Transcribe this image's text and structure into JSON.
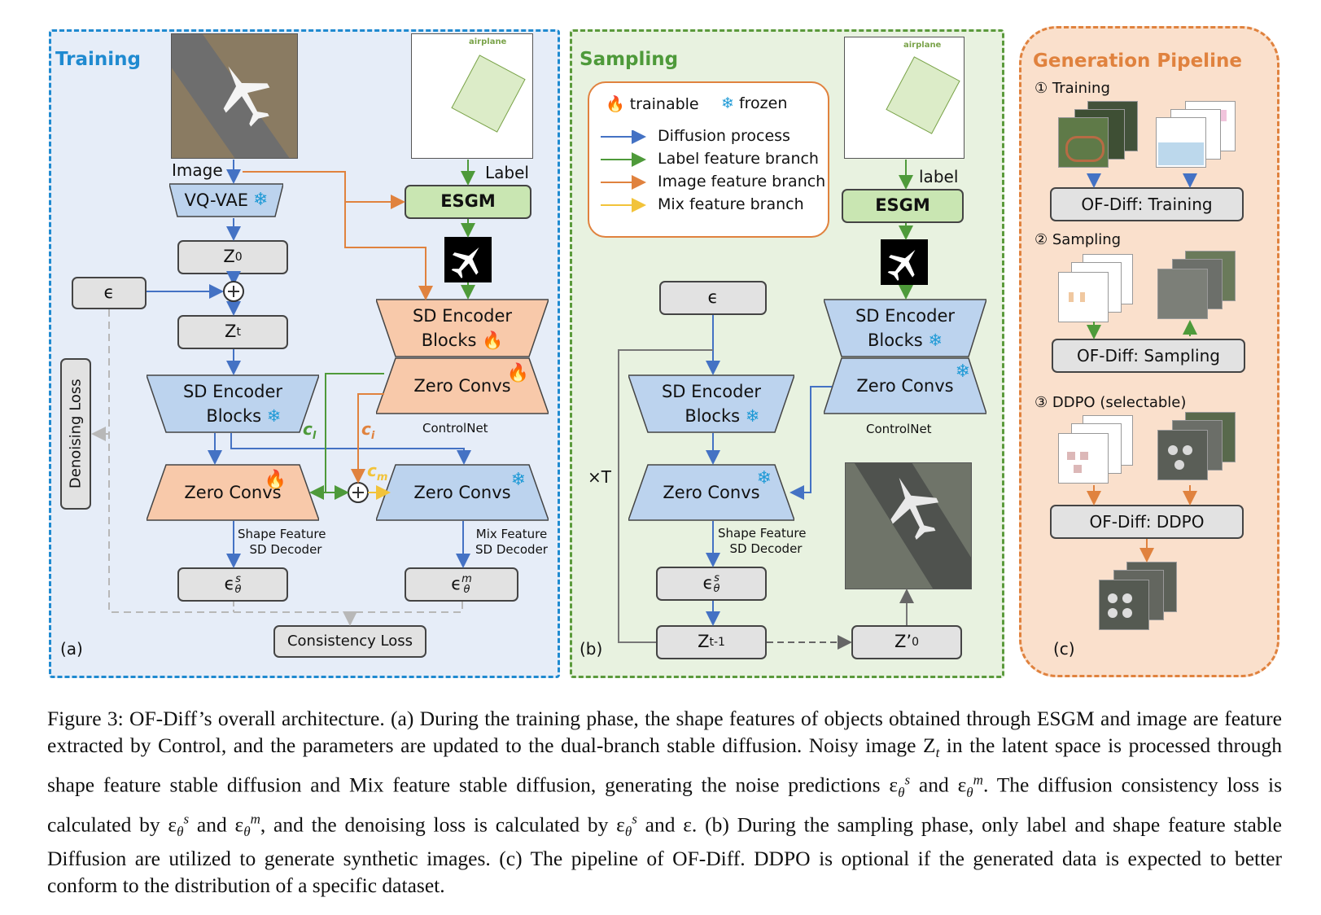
{
  "panels": {
    "training": {
      "title": "Training",
      "letter": "(a)",
      "image_label": "Image",
      "label_label": "Label",
      "plane_text": "airplane",
      "vqvae": "VQ-VAE",
      "z0": "Z",
      "z0_sub": "0",
      "eps": "ϵ",
      "zt": "Z",
      "zt_sub": "t",
      "denoising_loss": "Denoising Loss",
      "sd_encoder": [
        "SD Encoder",
        "Blocks"
      ],
      "zero_convs": "Zero Convs",
      "esgm": "ESGM",
      "controlnet": "ControlNet",
      "c_l": "c",
      "c_l_sub": "l",
      "c_i": "c",
      "c_i_sub": "i",
      "c_m": "c",
      "c_m_sub": "m",
      "shape_decoder": [
        "Shape Feature",
        "SD Decoder"
      ],
      "mix_decoder": [
        "Mix Feature",
        "SD Decoder"
      ],
      "eps_s": "ϵ",
      "eps_s_sup": "s",
      "eps_m": "ϵ",
      "eps_m_sup": "m",
      "theta": "θ",
      "consistency_loss": "Consistency Loss"
    },
    "sampling": {
      "title": "Sampling",
      "letter": "(b)",
      "label_label": "label",
      "plane_text": "airplane",
      "esgm": "ESGM",
      "eps": "ϵ",
      "sd_encoder": [
        "SD Encoder",
        "Blocks"
      ],
      "zero_convs": "Zero Convs",
      "controlnet": "ControlNet",
      "times_t": "×T",
      "shape_decoder": [
        "Shape Feature",
        "SD Decoder"
      ],
      "eps_s": "ϵ",
      "eps_s_sup": "s",
      "theta": "θ",
      "zt1": "Z",
      "zt1_sub": "t-1",
      "z0p": "Z’",
      "z0p_sub": "0"
    },
    "pipeline": {
      "title": "Generation Pipeline",
      "letter": "(c)",
      "step1": "① Training",
      "step2": "② Sampling",
      "step3": "③ DDPO (selectable)",
      "box1": "OF-Diff: Training",
      "box2": "OF-Diff: Sampling",
      "box3": "OF-Diff: DDPO"
    }
  },
  "legend": {
    "trainable": "trainable",
    "frozen": "frozen",
    "items": [
      {
        "label": "Diffusion process",
        "color": "#4472c4"
      },
      {
        "label": "Label feature branch",
        "color": "#4e9a3a"
      },
      {
        "label": "Image feature branch",
        "color": "#e0823e"
      },
      {
        "label": "Mix feature branch",
        "color": "#f2c33a"
      }
    ]
  },
  "colors": {
    "blue_block": "#bcd3ee",
    "orange_block": "#f8c9aa",
    "green_block": "#c9e6b2",
    "blue_arrow": "#4472c4",
    "green_arrow": "#4e9a3a",
    "orange_arrow": "#e0823e",
    "yellow_arrow": "#f2c33a",
    "gray_dash": "#b8b8b8"
  },
  "icons": [
    "fire-icon",
    "snowflake-icon",
    "airplane-icon",
    "plus-circle-icon"
  ],
  "caption": [
    "Figure 3: OF-Diff’s overall architecture. (a) During the training phase, the shape features of objects obtained through ESGM and image are feature extracted by Control, and the parameters are updated to the dual-branch stable diffusion. Noisy image Z",
    "t",
    " in the latent space is processed through shape feature stable diffusion and Mix feature stable diffusion, generating the noise predictions ε",
    "θ",
    "s",
    " and ε",
    "θ",
    "m",
    ". The diffusion consistency loss is calculated by ε",
    "θ",
    "s",
    " and ε",
    "θ",
    "m",
    ", and the denoising loss is calculated by ε",
    "θ",
    "s",
    " and ε. (b) During the sampling phase, only label and shape feature stable Diffusion are utilized to generate synthetic images. (c) The pipeline of OF-Diff. DDPO is optional if the generated data is expected to better conform to the distribution of a specific dataset."
  ]
}
